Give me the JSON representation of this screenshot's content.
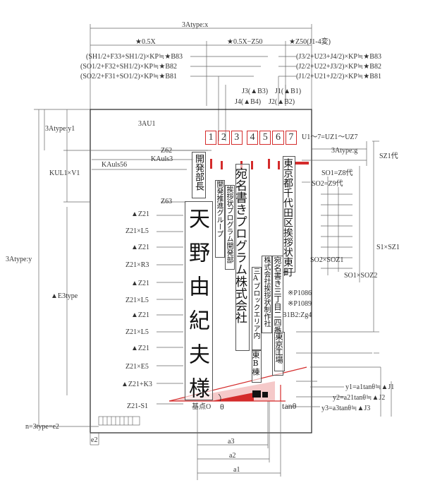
{
  "top": {
    "width_label": "3Atype:x",
    "half": "★0.5X",
    "half_minus": "★0.5X−Z50",
    "z50": "★Z50(J1-4変)"
  },
  "left_formulas": [
    "(SH1/2+F33+SH1/2)×KP≒★B83",
    "(SO1/2+F32+SH1/2)×KP≒★B82",
    "(SO2/2+F31+SO1/2)×KP≒★B81"
  ],
  "right_formulas": [
    "(J3/2+U23+J4/2)×KP≒★B83",
    "(J2/2+U22+J3/2)×KP≒★B82",
    "(J1/2+U21+J2/2)×KP≒★B81"
  ],
  "j_labels": [
    "J3(▲B3)",
    "J1(▲B1)",
    "J4(▲B4)",
    "J2(▲B2)"
  ],
  "postal": {
    "digits": [
      "1",
      "2",
      "3",
      "4",
      "5",
      "6",
      "7"
    ],
    "note": "U1〜7=UZ1〜UZ7"
  },
  "left_labels": {
    "a1": "3Atype:y1",
    "au1": "3AU1",
    "z62": "Z62",
    "kauls3": "KAuls3",
    "kauls56": "KAuls56",
    "kul": "KUL1×V1",
    "z63": "Z63",
    "ay": "3Atype:y",
    "e3": "▲E3type",
    "n3": "n=3type=e2",
    "e2": "e2"
  },
  "rows": [
    "▲Z21",
    "Z21×L5",
    "▲Z21",
    "Z21×R3",
    "▲Z21",
    "Z21×L5",
    "▲Z21",
    "Z21×L5",
    "▲Z21",
    "Z21×E5",
    "▲Z21+K3",
    "Z21-S1"
  ],
  "right_labels": {
    "ag": "3Atype:g",
    "sz1": "SZ1代",
    "so1": "SO1=Z8代",
    "so2": "SO2=Z9代",
    "s1": "S1×SZ1",
    "so2sz": "SO2×SOZ1",
    "so1sz": "SO1×SOZ2",
    "p1086": "※P1086",
    "p1089": "※P1089",
    "b1b2": "B1B2:Zg4"
  },
  "texts": {
    "dept": "開発部長",
    "team": "開発推進グループ",
    "dept2": "挨拶状プログラム開発部",
    "company": "宛名書きプログラム株式会社",
    "name": "天野由紀夫様",
    "addr1": "東京都千代田区挨拶状東町",
    "addr2": "宛名書き三丁目二四番一五号",
    "addr3": "株式会社挨拶状制作社",
    "addr4": "東京工場",
    "addr5": "三Aブロックエリア内",
    "addr6": "東B棟"
  },
  "bottom": {
    "origin": "基点O",
    "theta": "θ",
    "tan": "tanθ",
    "y1": "y1=a1tanθ≒▲J1",
    "y2": "y2=a21tanθ≒▲J2",
    "y3": "y3=a3tanθ≒▲J3",
    "a3": "a3",
    "a2": "a2",
    "a1": "a1"
  },
  "colors": {
    "accent": "#d42b2b",
    "ink": "#111111",
    "line": "#555555"
  }
}
